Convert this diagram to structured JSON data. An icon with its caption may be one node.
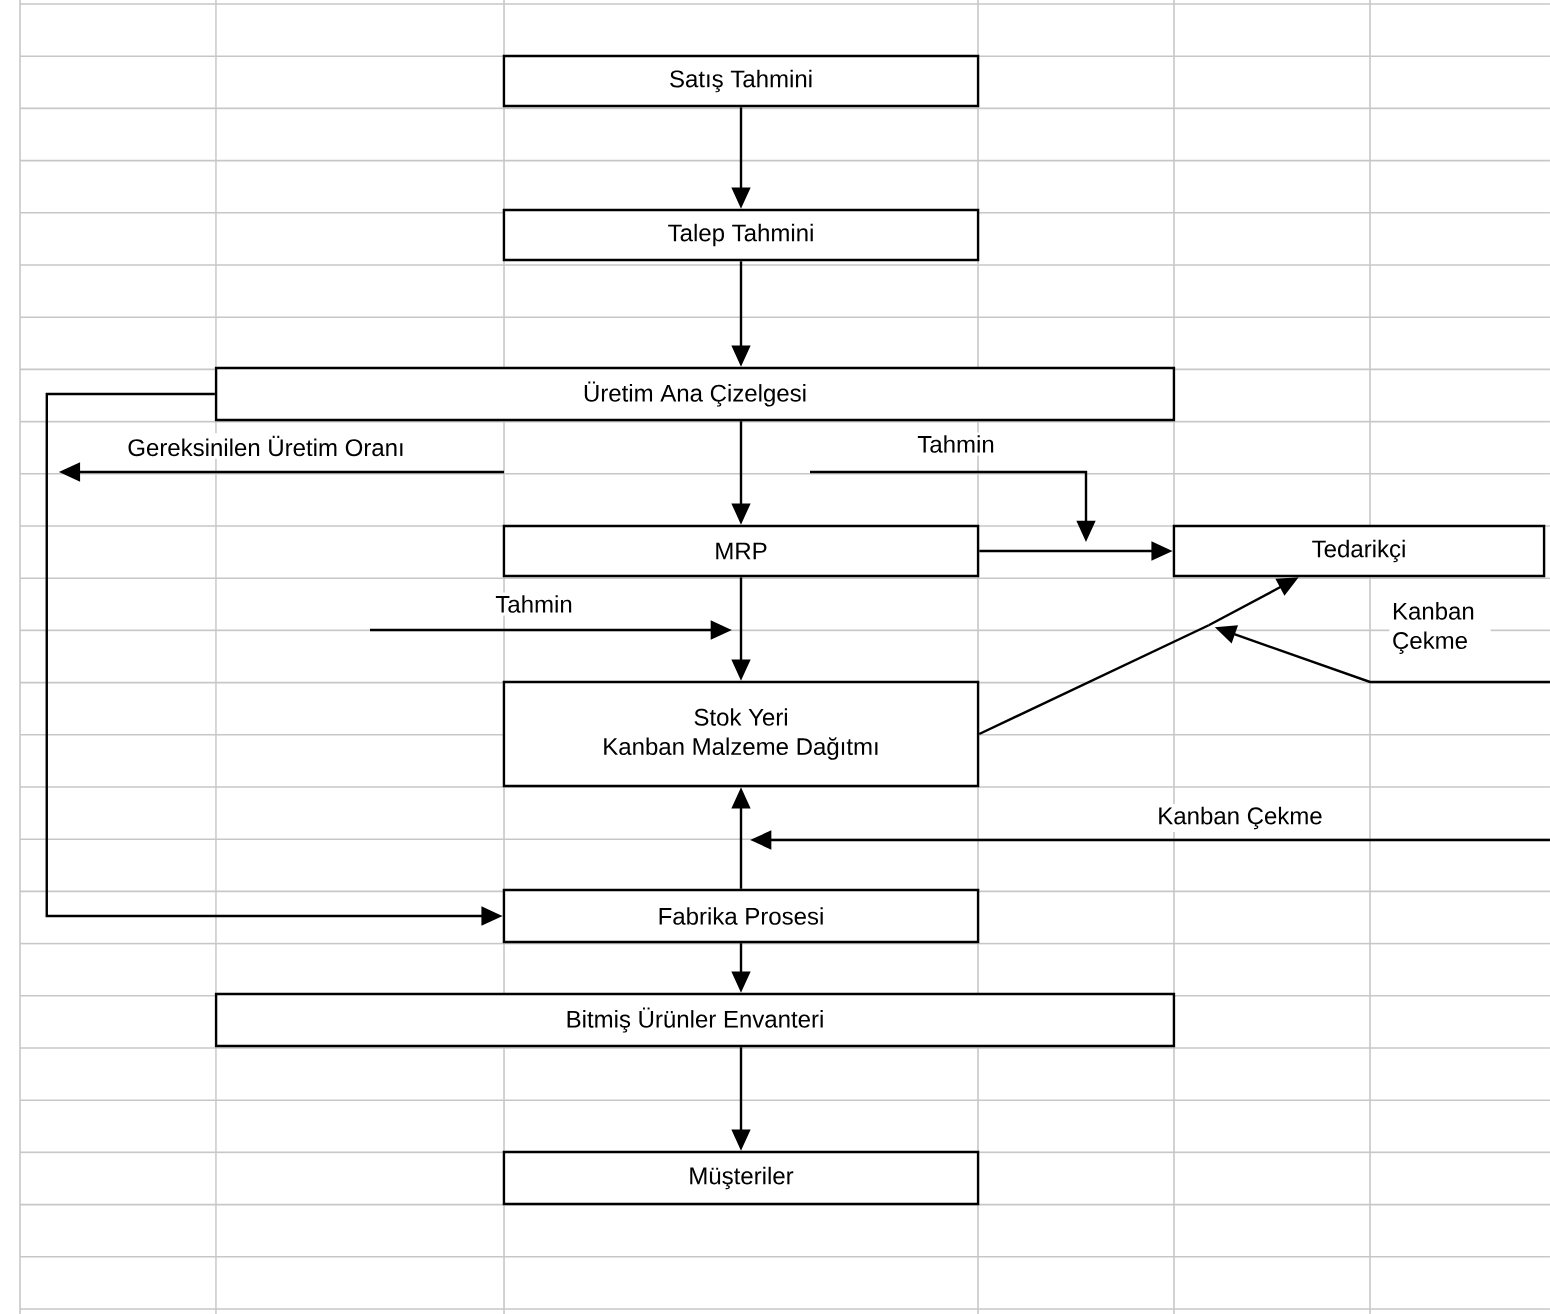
{
  "diagram": {
    "nodes": [
      {
        "text": [
          "Satış Tahmini"
        ]
      },
      {
        "text": [
          "Talep Tahmini"
        ]
      },
      {
        "text": [
          "Üretim Ana Çizelgesi"
        ]
      },
      {
        "text": [
          "MRP"
        ]
      },
      {
        "text": [
          "Tedarikçi"
        ]
      },
      {
        "text": [
          "Stok Yeri",
          "Kanban Malzeme Dağıtmı"
        ]
      },
      {
        "text": [
          "Fabrika Prosesi"
        ]
      },
      {
        "text": [
          "Bitmiş Ürünler Envanteri"
        ]
      },
      {
        "text": [
          "Müşteriler"
        ]
      }
    ],
    "edges": [
      {
        "from": 0,
        "to": 1,
        "arrow": "to"
      },
      {
        "from": 1,
        "to": 2,
        "arrow": "to"
      },
      {
        "from": 2,
        "to": 3,
        "arrow": "to"
      },
      {
        "from": 3,
        "to": 5,
        "arrow": "to"
      },
      {
        "from": 3,
        "to": 4,
        "arrow": "to"
      },
      {
        "from": null,
        "to": 4,
        "arrow": "to",
        "label": "Tahmin"
      },
      {
        "from": null,
        "to": 5,
        "arrow": "to",
        "label": "Tahmin"
      },
      {
        "from": 5,
        "to": 4,
        "arrow": "to"
      },
      {
        "from": null,
        "to": 4,
        "arrow": "to",
        "label": "Kanban Çekme"
      },
      {
        "from": null,
        "to": 5,
        "arrow": "to",
        "label": "Kanban Çekme"
      },
      {
        "from": 6,
        "to": 5,
        "arrow": "to"
      },
      {
        "from": 2,
        "to": 6,
        "arrow": "to"
      },
      {
        "from": null,
        "to": 6,
        "arrow": "to",
        "label": "Gereksinilen  Üretim Oranı"
      },
      {
        "from": 6,
        "to": 7,
        "arrow": "to"
      },
      {
        "from": 7,
        "to": 8,
        "arrow": "to"
      }
    ]
  }
}
